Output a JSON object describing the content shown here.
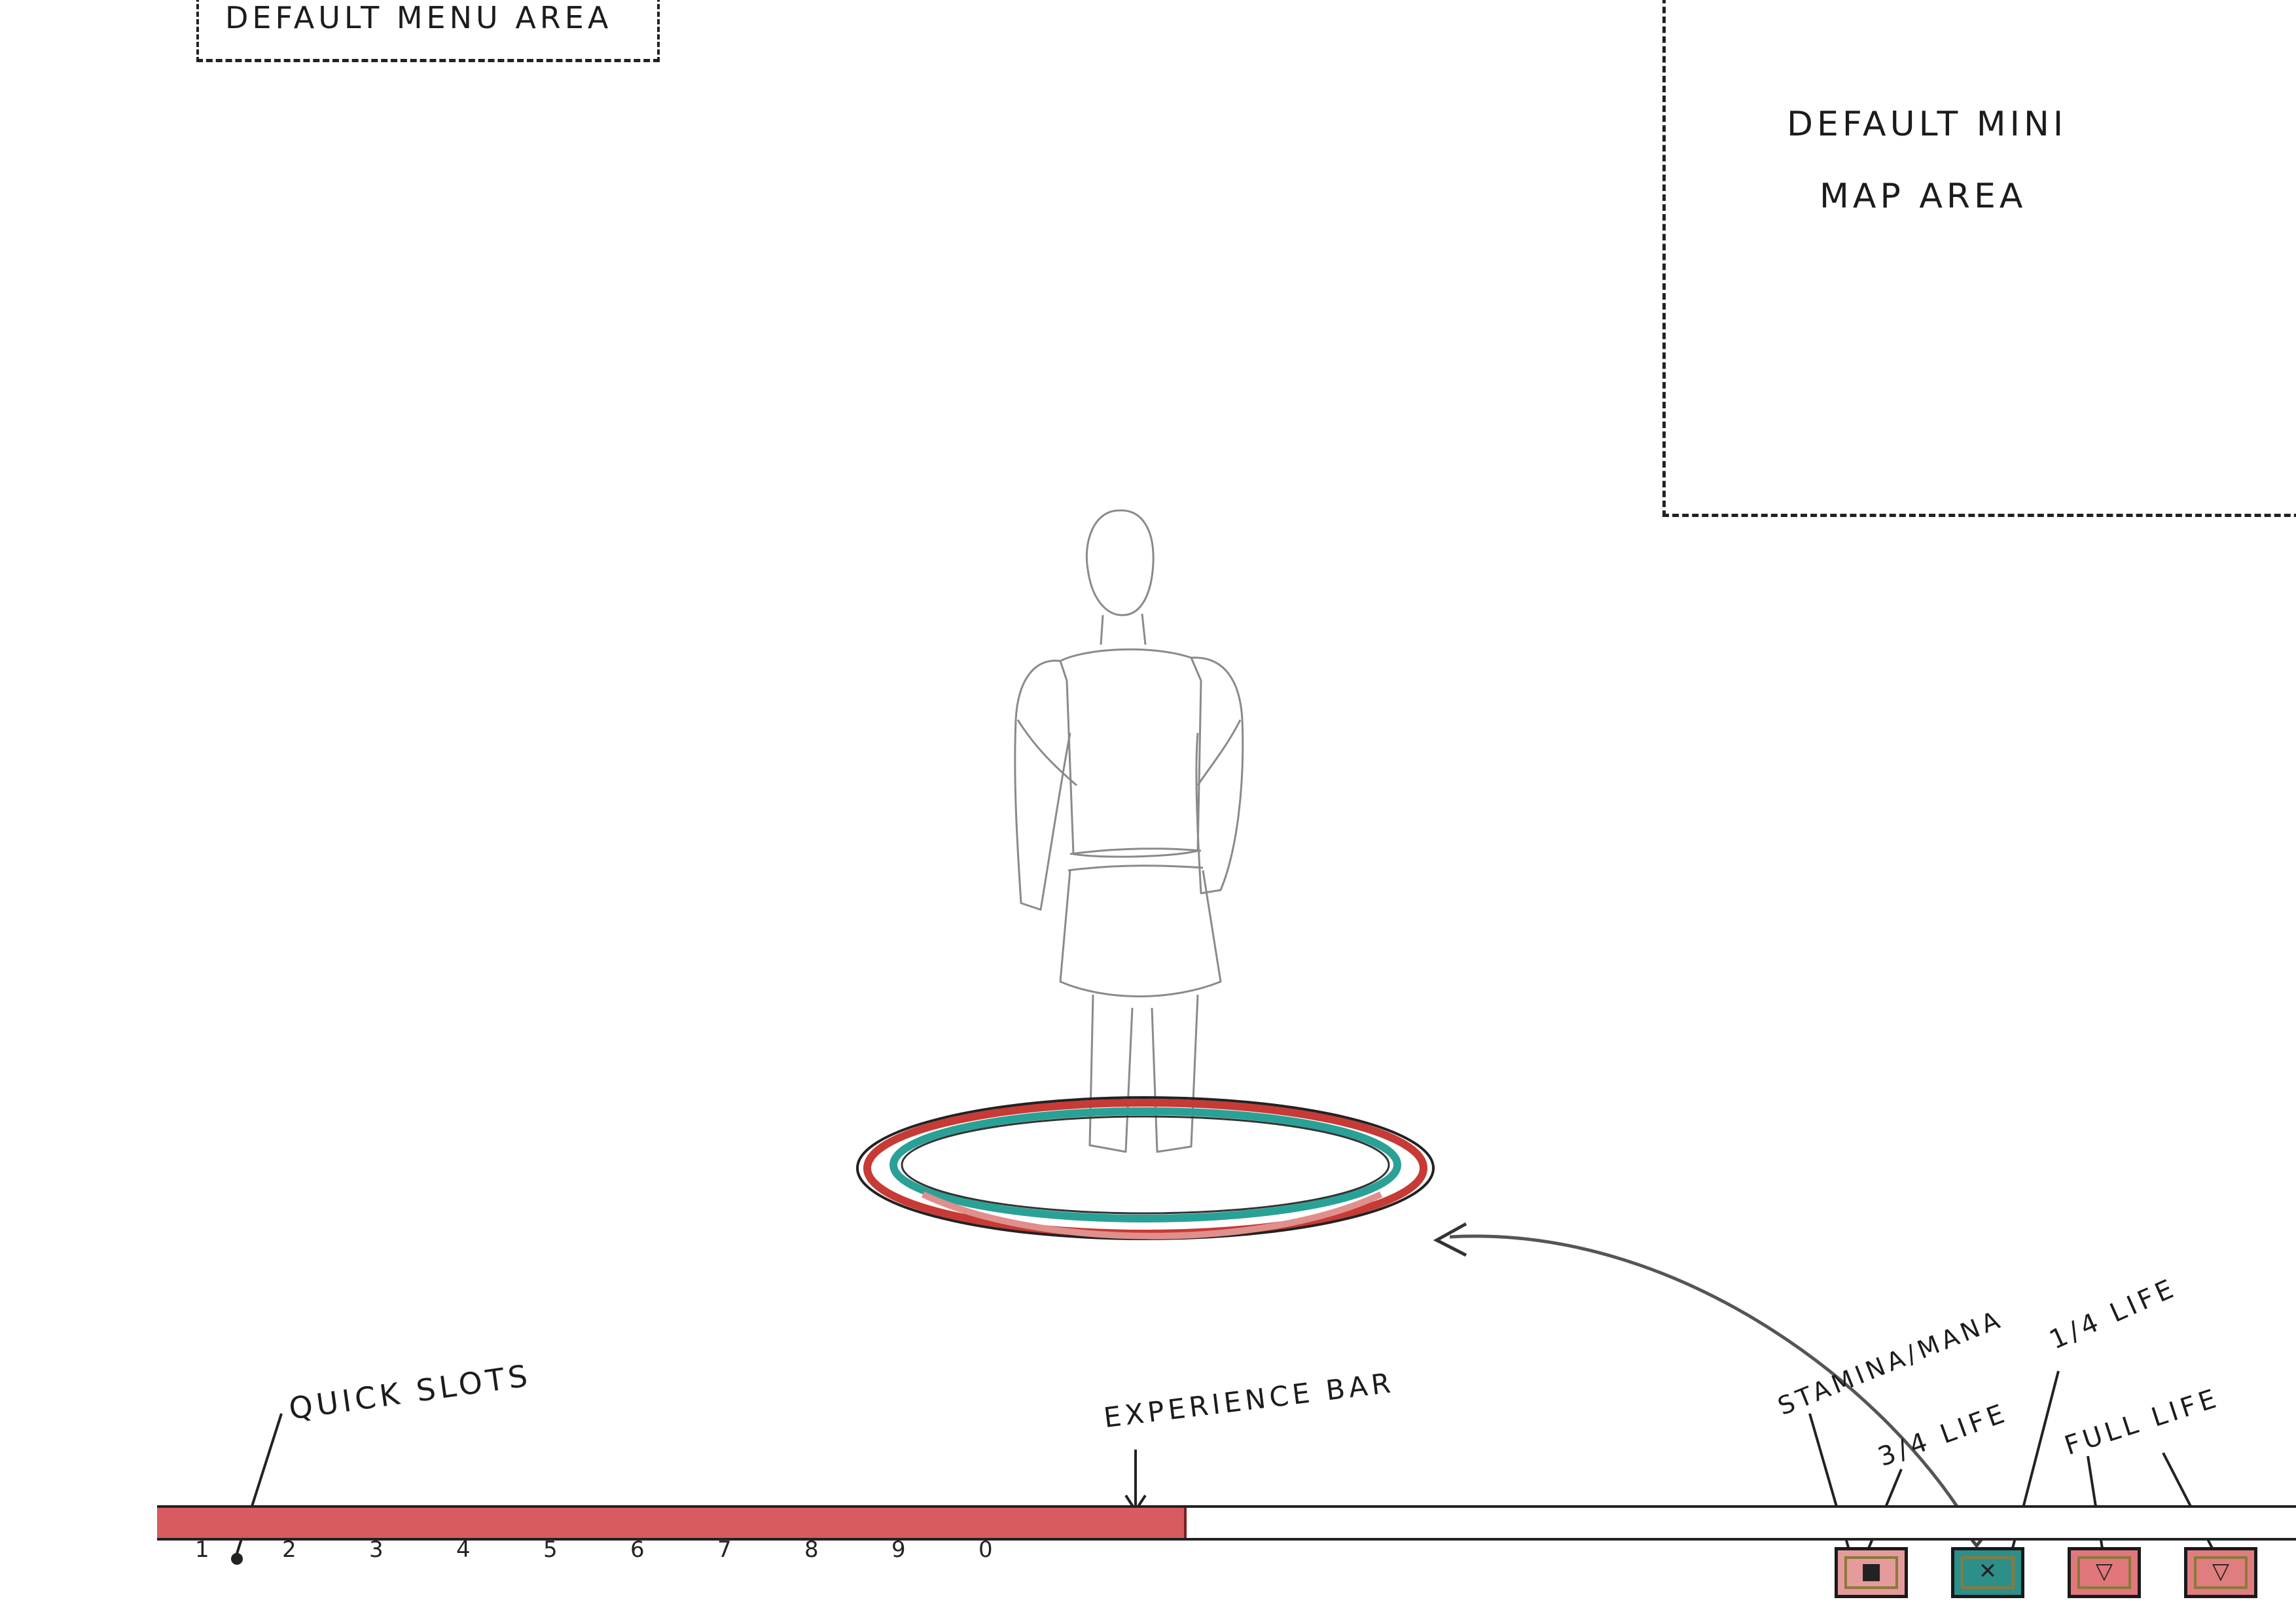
{
  "menu_area": {
    "label": "Default Menu Area"
  },
  "minimap_area": {
    "label_line1": "Default Mini",
    "label_line2": "Map Area"
  },
  "annotations": {
    "quick_slots": "Quick Slots",
    "experience_bar": "Experience Bar",
    "stamina_mana": "Stamina/Mana",
    "three_quarter_life": "3/4 Life",
    "quarter_life": "1/4 Life",
    "full_life": "Full Life"
  },
  "experience_bar": {
    "fill_fraction": 0.48,
    "fill_color": "#d85b5f"
  },
  "quick_slots": [
    "1",
    "2",
    "3",
    "4",
    "5",
    "6",
    "7",
    "8",
    "9",
    "0"
  ],
  "status_boxes": [
    {
      "name": "stamina-mana",
      "fill": "#e59a9c",
      "glyph": "■"
    },
    {
      "name": "quarter-life",
      "fill": "#2d8f8a",
      "glyph": "✕"
    },
    {
      "name": "three-quarter-life",
      "fill": "#e2777b",
      "glyph": "▽"
    },
    {
      "name": "full-life",
      "fill": "#e07d7f",
      "glyph": "▽"
    }
  ],
  "colors": {
    "life_ring_outer": "#c73a36",
    "life_ring_inner": "#2aa196",
    "ink": "#1c1c1c"
  }
}
